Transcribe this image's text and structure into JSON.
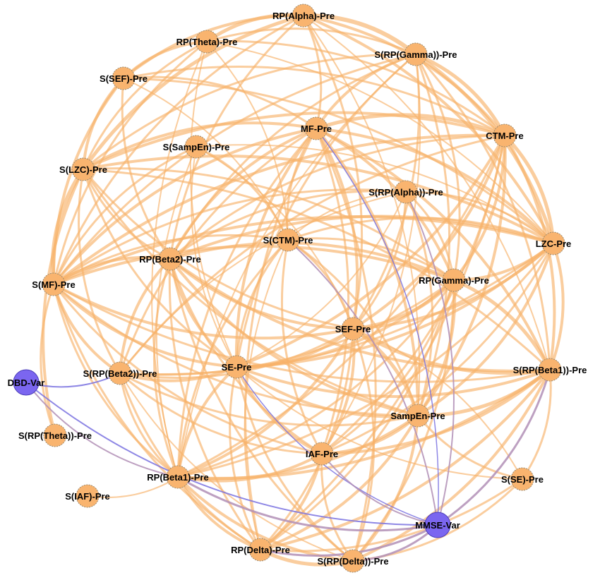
{
  "colors": {
    "pre_node": "#f9b46f",
    "pre_node_stroke": "#9a8a70",
    "var_node": "#7b66f0",
    "var_node_stroke": "#4c3fb8",
    "pre_edge": "#f7b26a",
    "var_edge_blue": "#7a72e0",
    "var_edge_mauve": "#b28fb6"
  },
  "nodes": [
    {
      "id": "rp_alpha",
      "label": "RP(Alpha)-Pre",
      "type": "pre"
    },
    {
      "id": "rp_theta",
      "label": "RP(Theta)-Pre",
      "type": "pre"
    },
    {
      "id": "s_rp_gamma",
      "label": "S(RP(Gamma))-Pre",
      "type": "pre"
    },
    {
      "id": "s_sef",
      "label": "S(SEF)-Pre",
      "type": "pre"
    },
    {
      "id": "mf",
      "label": "MF-Pre",
      "type": "pre"
    },
    {
      "id": "ctm",
      "label": "CTM-Pre",
      "type": "pre"
    },
    {
      "id": "s_sampen",
      "label": "S(SampEn)-Pre",
      "type": "pre"
    },
    {
      "id": "s_lzc",
      "label": "S(LZC)-Pre",
      "type": "pre"
    },
    {
      "id": "s_rp_alpha",
      "label": "S(RP(Alpha))-Pre",
      "type": "pre"
    },
    {
      "id": "s_ctm",
      "label": "S(CTM)-Pre",
      "type": "pre"
    },
    {
      "id": "lzc",
      "label": "LZC-Pre",
      "type": "pre"
    },
    {
      "id": "rp_beta2",
      "label": "RP(Beta2)-Pre",
      "type": "pre"
    },
    {
      "id": "s_mf",
      "label": "S(MF)-Pre",
      "type": "pre"
    },
    {
      "id": "rp_gamma",
      "label": "RP(Gamma)-Pre",
      "type": "pre"
    },
    {
      "id": "sef",
      "label": "SEF-Pre",
      "type": "pre"
    },
    {
      "id": "dbd_var",
      "label": "DBD-Var",
      "type": "var"
    },
    {
      "id": "s_rp_beta2",
      "label": "S(RP(Beta2))-Pre",
      "type": "pre"
    },
    {
      "id": "se",
      "label": "SE-Pre",
      "type": "pre"
    },
    {
      "id": "s_rp_beta1",
      "label": "S(RP(Beta1))-Pre",
      "type": "pre"
    },
    {
      "id": "sampen",
      "label": "SampEn-Pre",
      "type": "pre"
    },
    {
      "id": "s_rp_theta",
      "label": "S(RP(Theta))-Pre",
      "type": "pre"
    },
    {
      "id": "iaf",
      "label": "IAF-Pre",
      "type": "pre"
    },
    {
      "id": "rp_beta1",
      "label": "RP(Beta1)-Pre",
      "type": "pre"
    },
    {
      "id": "s_se",
      "label": "S(SE)-Pre",
      "type": "pre"
    },
    {
      "id": "s_iaf",
      "label": "S(IAF)-Pre",
      "type": "pre"
    },
    {
      "id": "mmse_var",
      "label": "MMSE-Var",
      "type": "var"
    },
    {
      "id": "rp_delta",
      "label": "RP(Delta)-Pre",
      "type": "pre"
    },
    {
      "id": "s_rp_delta",
      "label": "S(RP(Delta))-Pre",
      "type": "pre"
    }
  ],
  "edges": [
    [
      "rp_alpha",
      "rp_theta",
      5
    ],
    [
      "rp_alpha",
      "s_rp_gamma",
      6
    ],
    [
      "rp_alpha",
      "s_sef",
      4
    ],
    [
      "rp_alpha",
      "mf",
      3
    ],
    [
      "rp_alpha",
      "ctm",
      4
    ],
    [
      "rp_alpha",
      "s_lzc",
      5
    ],
    [
      "rp_alpha",
      "lzc",
      4
    ],
    [
      "rp_alpha",
      "s_mf",
      3
    ],
    [
      "rp_alpha",
      "sef",
      3
    ],
    [
      "rp_alpha",
      "s_rp_beta1",
      2
    ],
    [
      "rp_alpha",
      "rp_beta2",
      3
    ],
    [
      "rp_alpha",
      "sampen",
      2
    ],
    [
      "rp_theta",
      "s_sef",
      4
    ],
    [
      "rp_theta",
      "s_lzc",
      3
    ],
    [
      "rp_theta",
      "s_rp_gamma",
      3
    ],
    [
      "rp_theta",
      "ctm",
      3
    ],
    [
      "rp_theta",
      "s_mf",
      3
    ],
    [
      "rp_theta",
      "lzc",
      2
    ],
    [
      "rp_theta",
      "s_ctm",
      2
    ],
    [
      "rp_theta",
      "se",
      2
    ],
    [
      "rp_theta",
      "rp_beta1",
      2
    ],
    [
      "s_rp_gamma",
      "mf",
      4
    ],
    [
      "s_rp_gamma",
      "ctm",
      5
    ],
    [
      "s_rp_gamma",
      "lzc",
      5
    ],
    [
      "s_rp_gamma",
      "s_lzc",
      3
    ],
    [
      "s_rp_gamma",
      "s_mf",
      3
    ],
    [
      "s_rp_gamma",
      "rp_gamma",
      3
    ],
    [
      "s_rp_gamma",
      "sef",
      3
    ],
    [
      "s_rp_gamma",
      "s_rp_beta1",
      3
    ],
    [
      "s_rp_gamma",
      "se",
      3
    ],
    [
      "s_rp_gamma",
      "rp_beta2",
      3
    ],
    [
      "s_rp_gamma",
      "sampen",
      3
    ],
    [
      "s_rp_gamma",
      "iaf",
      2
    ],
    [
      "s_rp_gamma",
      "rp_beta1",
      2
    ],
    [
      "s_sef",
      "s_lzc",
      4
    ],
    [
      "s_sef",
      "s_mf",
      4
    ],
    [
      "s_sef",
      "mf",
      3
    ],
    [
      "s_sef",
      "ctm",
      3
    ],
    [
      "s_sef",
      "rp_beta2",
      3
    ],
    [
      "s_sef",
      "s_ctm",
      2
    ],
    [
      "s_sef",
      "lzc",
      3
    ],
    [
      "mf",
      "ctm",
      5
    ],
    [
      "mf",
      "lzc",
      4
    ],
    [
      "mf",
      "s_lzc",
      4
    ],
    [
      "mf",
      "s_mf",
      4
    ],
    [
      "mf",
      "rp_beta2",
      4
    ],
    [
      "mf",
      "rp_gamma",
      4
    ],
    [
      "mf",
      "sef",
      4
    ],
    [
      "mf",
      "se",
      4
    ],
    [
      "mf",
      "s_rp_beta2",
      3
    ],
    [
      "mf",
      "s_rp_beta1",
      4
    ],
    [
      "mf",
      "sampen",
      4
    ],
    [
      "mf",
      "iaf",
      3
    ],
    [
      "mf",
      "rp_beta1",
      3
    ],
    [
      "mf",
      "rp_delta",
      3
    ],
    [
      "mf",
      "s_rp_delta",
      3
    ],
    [
      "mf",
      "s_ctm",
      3
    ],
    [
      "ctm",
      "lzc",
      5
    ],
    [
      "ctm",
      "s_lzc",
      4
    ],
    [
      "ctm",
      "s_mf",
      4
    ],
    [
      "ctm",
      "rp_gamma",
      4
    ],
    [
      "ctm",
      "sef",
      4
    ],
    [
      "ctm",
      "se",
      4
    ],
    [
      "ctm",
      "s_rp_beta1",
      4
    ],
    [
      "ctm",
      "sampen",
      4
    ],
    [
      "ctm",
      "rp_beta2",
      3
    ],
    [
      "ctm",
      "iaf",
      3
    ],
    [
      "ctm",
      "rp_beta1",
      3
    ],
    [
      "ctm",
      "s_rp_beta2",
      3
    ],
    [
      "ctm",
      "rp_delta",
      3
    ],
    [
      "s_sampen",
      "s_ctm",
      3
    ],
    [
      "s_sampen",
      "s_mf",
      3
    ],
    [
      "s_sampen",
      "se",
      2
    ],
    [
      "s_sampen",
      "rp_beta1",
      2
    ],
    [
      "s_sampen",
      "lzc",
      2
    ],
    [
      "s_sampen",
      "sef",
      2
    ],
    [
      "s_lzc",
      "s_mf",
      6
    ],
    [
      "s_lzc",
      "s_rp_theta",
      4
    ],
    [
      "s_lzc",
      "lzc",
      4
    ],
    [
      "s_lzc",
      "rp_beta2",
      3
    ],
    [
      "s_lzc",
      "rp_gamma",
      3
    ],
    [
      "s_lzc",
      "sef",
      3
    ],
    [
      "s_lzc",
      "s_rp_beta1",
      3
    ],
    [
      "s_lzc",
      "sampen",
      3
    ],
    [
      "s_lzc",
      "s_rp_beta2",
      3
    ],
    [
      "s_lzc",
      "se",
      3
    ],
    [
      "s_rp_alpha",
      "s_ctm",
      2
    ],
    [
      "s_rp_alpha",
      "rp_gamma",
      3
    ],
    [
      "s_rp_alpha",
      "sef",
      3
    ],
    [
      "s_rp_alpha",
      "lzc",
      3
    ],
    [
      "s_rp_alpha",
      "rp_beta2",
      3
    ],
    [
      "s_rp_alpha",
      "sampen",
      3
    ],
    [
      "s_rp_alpha",
      "s_rp_beta2",
      2
    ],
    [
      "s_rp_alpha",
      "se",
      2
    ],
    [
      "s_rp_alpha",
      "s_mf",
      3
    ],
    [
      "s_ctm",
      "se",
      3
    ],
    [
      "s_ctm",
      "sef",
      3
    ],
    [
      "s_ctm",
      "rp_gamma",
      3
    ],
    [
      "s_ctm",
      "rp_beta1",
      3
    ],
    [
      "s_ctm",
      "iaf",
      3
    ],
    [
      "s_ctm",
      "sampen",
      3
    ],
    [
      "s_ctm",
      "lzc",
      3
    ],
    [
      "s_ctm",
      "s_mf",
      3
    ],
    [
      "s_ctm",
      "rp_delta",
      2
    ],
    [
      "lzc",
      "rp_gamma",
      4
    ],
    [
      "lzc",
      "sef",
      4
    ],
    [
      "lzc",
      "s_rp_beta1",
      4
    ],
    [
      "lzc",
      "sampen",
      4
    ],
    [
      "lzc",
      "s_mf",
      4
    ],
    [
      "lzc",
      "rp_beta2",
      4
    ],
    [
      "lzc",
      "se",
      4
    ],
    [
      "lzc",
      "iaf",
      3
    ],
    [
      "lzc",
      "rp_beta1",
      3
    ],
    [
      "lzc",
      "s_rp_beta2",
      3
    ],
    [
      "rp_beta2",
      "s_mf",
      4
    ],
    [
      "rp_beta2",
      "rp_gamma",
      4
    ],
    [
      "rp_beta2",
      "sef",
      4
    ],
    [
      "rp_beta2",
      "se",
      4
    ],
    [
      "rp_beta2",
      "s_rp_beta2",
      4
    ],
    [
      "rp_beta2",
      "s_rp_beta1",
      4
    ],
    [
      "rp_beta2",
      "sampen",
      4
    ],
    [
      "rp_beta2",
      "iaf",
      3
    ],
    [
      "rp_beta2",
      "rp_beta1",
      3
    ],
    [
      "rp_beta2",
      "rp_delta",
      3
    ],
    [
      "rp_beta2",
      "s_rp_delta",
      3
    ],
    [
      "s_mf",
      "s_rp_beta2",
      4
    ],
    [
      "s_mf",
      "rp_gamma",
      4
    ],
    [
      "s_mf",
      "sef",
      4
    ],
    [
      "s_mf",
      "se",
      4
    ],
    [
      "s_mf",
      "s_rp_theta",
      3
    ],
    [
      "s_mf",
      "rp_beta1",
      3
    ],
    [
      "s_mf",
      "sampen",
      3
    ],
    [
      "s_mf",
      "iaf",
      3
    ],
    [
      "s_mf",
      "s_rp_beta1",
      3
    ],
    [
      "s_mf",
      "rp_delta",
      3
    ],
    [
      "rp_gamma",
      "sef",
      5
    ],
    [
      "rp_gamma",
      "se",
      4
    ],
    [
      "rp_gamma",
      "s_rp_beta1",
      5
    ],
    [
      "rp_gamma",
      "sampen",
      4
    ],
    [
      "rp_gamma",
      "iaf",
      3
    ],
    [
      "rp_gamma",
      "rp_beta1",
      3
    ],
    [
      "rp_gamma",
      "rp_delta",
      3
    ],
    [
      "rp_gamma",
      "s_rp_delta",
      3
    ],
    [
      "rp_gamma",
      "s_rp_beta2",
      3
    ],
    [
      "sef",
      "se",
      4
    ],
    [
      "sef",
      "s_rp_beta1",
      5
    ],
    [
      "sef",
      "sampen",
      5
    ],
    [
      "sef",
      "iaf",
      4
    ],
    [
      "sef",
      "rp_beta1",
      4
    ],
    [
      "sef",
      "rp_delta",
      3
    ],
    [
      "sef",
      "s_rp_delta",
      3
    ],
    [
      "sef",
      "s_rp_beta2",
      3
    ],
    [
      "sef",
      "s_se",
      2
    ],
    [
      "s_rp_beta2",
      "se",
      4
    ],
    [
      "s_rp_beta2",
      "rp_beta1",
      3
    ],
    [
      "s_rp_beta2",
      "iaf",
      3
    ],
    [
      "s_rp_beta2",
      "sampen",
      3
    ],
    [
      "s_rp_beta2",
      "rp_delta",
      3
    ],
    [
      "s_rp_beta2",
      "s_rp_delta",
      2
    ],
    [
      "se",
      "s_rp_beta1",
      4
    ],
    [
      "se",
      "sampen",
      4
    ],
    [
      "se",
      "iaf",
      4
    ],
    [
      "se",
      "rp_beta1",
      4
    ],
    [
      "se",
      "rp_delta",
      3
    ],
    [
      "se",
      "s_rp_delta",
      3
    ],
    [
      "se",
      "s_se",
      2
    ],
    [
      "s_rp_beta1",
      "sampen",
      5
    ],
    [
      "s_rp_beta1",
      "iaf",
      4
    ],
    [
      "s_rp_beta1",
      "rp_beta1",
      4
    ],
    [
      "s_rp_beta1",
      "s_se",
      3
    ],
    [
      "s_rp_beta1",
      "rp_delta",
      4
    ],
    [
      "s_rp_beta1",
      "s_rp_delta",
      4
    ],
    [
      "sampen",
      "iaf",
      4
    ],
    [
      "sampen",
      "rp_beta1",
      4
    ],
    [
      "sampen",
      "rp_delta",
      4
    ],
    [
      "sampen",
      "s_rp_delta",
      4
    ],
    [
      "sampen",
      "s_se",
      3
    ],
    [
      "iaf",
      "rp_beta1",
      4
    ],
    [
      "iaf",
      "rp_delta",
      4
    ],
    [
      "iaf",
      "s_rp_delta",
      3
    ],
    [
      "rp_beta1",
      "s_iaf",
      2
    ],
    [
      "rp_beta1",
      "rp_delta",
      4
    ],
    [
      "rp_beta1",
      "s_rp_delta",
      4
    ],
    [
      "rp_delta",
      "s_rp_delta",
      5
    ],
    [
      "s_se",
      "s_rp_delta",
      3
    ],
    [
      "s_se",
      "rp_delta",
      3
    ]
  ],
  "var_edges": [
    [
      "dbd_var",
      "mmse_var",
      "blue",
      2
    ],
    [
      "dbd_var",
      "s_rp_beta2",
      "blue",
      2
    ],
    [
      "dbd_var",
      "rp_beta1",
      "mauve",
      2
    ],
    [
      "mmse_var",
      "s_rp_alpha",
      "mauve",
      2
    ],
    [
      "mmse_var",
      "s_ctm",
      "mauve",
      2
    ],
    [
      "mmse_var",
      "mf",
      "blue",
      1.5
    ],
    [
      "mmse_var",
      "s_rp_beta1",
      "mauve",
      3
    ],
    [
      "mmse_var",
      "se",
      "blue",
      1.5
    ],
    [
      "mmse_var",
      "rp_beta1",
      "mauve",
      3
    ],
    [
      "mmse_var",
      "rp_delta",
      "mauve",
      3
    ],
    [
      "mmse_var",
      "s_rp_delta",
      "mauve",
      3
    ],
    [
      "mmse_var",
      "iaf",
      "mauve",
      2
    ]
  ]
}
